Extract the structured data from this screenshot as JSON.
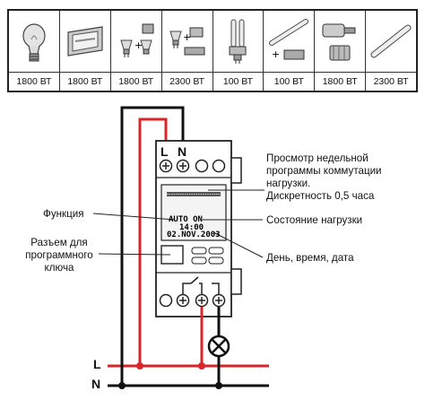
{
  "loads": [
    {
      "icon": "incandescent-bulb-icon",
      "power": "1800 ВТ"
    },
    {
      "icon": "halogen-floodlight-icon",
      "power": "1800 ВТ"
    },
    {
      "icon": "halogen-spot-with-transformer-icon",
      "power": "1800 ВТ"
    },
    {
      "icon": "halogen-spot-with-electronic-transformer-icon",
      "power": "2300 ВТ"
    },
    {
      "icon": "compact-fluorescent-lamp-icon",
      "power": "100 ВТ"
    },
    {
      "icon": "fluorescent-tube-with-ballast-icon",
      "power": "100 ВТ"
    },
    {
      "icon": "motor-pump-icon",
      "power": "1800 ВТ"
    },
    {
      "icon": "fluorescent-tube-icon",
      "power": "2300 ВТ"
    }
  ],
  "device": {
    "terminal_l": "L",
    "terminal_n": "N",
    "lcd_line1": "AUTO ON",
    "lcd_line2": "14:00",
    "lcd_line3": "02.NOV.2003"
  },
  "annotations": {
    "weekly_view": "Просмотр недельной\nпрограммы коммутации\nнагрузки.\nДискретность 0,5 часа",
    "load_state": "Состояние нагрузки",
    "function": "Функция",
    "day_time_date": "День, время, дата",
    "key_socket": "Разъем для\nпрограммного\nключа"
  },
  "supply": {
    "line_l": "L",
    "line_n": "N"
  },
  "colors": {
    "phase_wire": "#d9252a",
    "neutral_wire": "#111111",
    "device_body": "#ffffff"
  }
}
